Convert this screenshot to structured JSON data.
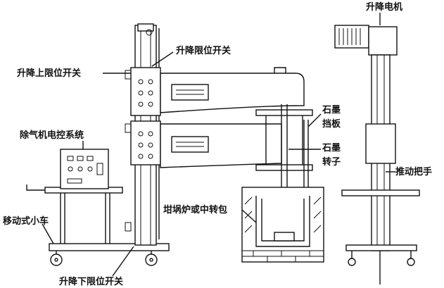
{
  "labels": {
    "lift_motor": "升降电机",
    "upper_limit_switch_top": "升降限位开关",
    "lift_upper_limit_switch": "升降上限位开关",
    "degasser_control_system": "除气机电控系统",
    "graphite_baffle": "石墨\n挡板",
    "graphite_baffle_line1": "石墨",
    "graphite_baffle_line2": "挡板",
    "graphite_rotor_line1": "石墨",
    "graphite_rotor_line2": "转子",
    "push_handle": "推动把手",
    "crucible_or_ladle": "坩埚炉或中转包",
    "mobile_cart": "移动式小车",
    "lift_lower_limit_switch": "升降下限位开关"
  },
  "colors": {
    "line": "#111111",
    "background": "#ffffff"
  }
}
